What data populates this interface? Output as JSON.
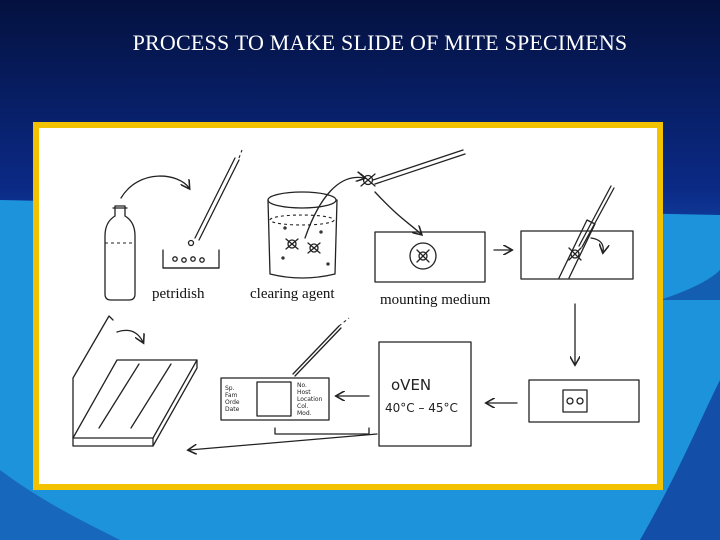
{
  "slide": {
    "title": "PROCESS TO MAKE SLIDE OF MITE SPECIMENS",
    "colors": {
      "background_dark": "#0d2a7a",
      "background_band": "#1a8fd6",
      "frame": "#f2c200",
      "figure_bg": "#ffffff"
    }
  },
  "diagram": {
    "labels": {
      "petridish": "petridish",
      "clearing_agent": "clearing agent",
      "mounting_medium": "mounting medium"
    },
    "oven": {
      "title": "oVEN",
      "temperature": "40°C – 45°C"
    },
    "slide_label": {
      "left_lines": [
        "Sp.",
        "Fam",
        "Orde",
        "Date"
      ],
      "right_lines": [
        "No.",
        "Host",
        "Location",
        "Col.",
        "Mod."
      ]
    }
  }
}
